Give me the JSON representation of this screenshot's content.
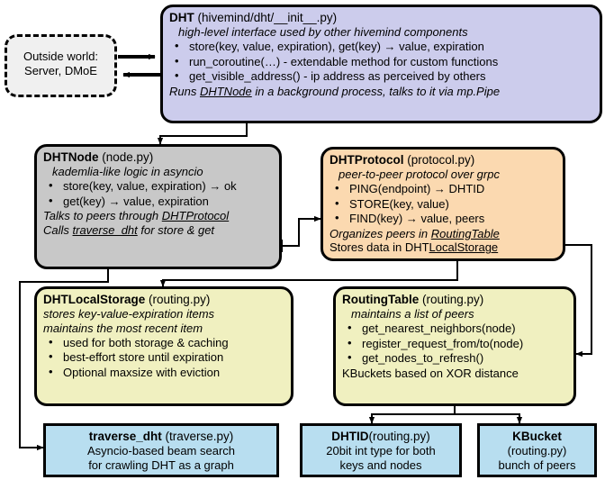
{
  "diagram": {
    "title": "hivemind DHT architecture",
    "colors": {
      "dht": "#ccccec",
      "dhtnode": "#c8c8c8",
      "dhtprotocol": "#fbd9b0",
      "storage_routing": "#f0f0c0",
      "leaf": "#b8def0",
      "outside": "#f0f0f0",
      "stroke": "#000000"
    }
  },
  "outside": {
    "line1": "Outside world:",
    "line2": "Server, DMoE"
  },
  "dht": {
    "name": "DHT",
    "path": "(hivemind/dht/__init__.py)",
    "subtitle": "high-level interface used by other hivemind components",
    "bullets": [
      "store(key, value, expiration), get(key) → value, expiration",
      "run_coroutine(…) - extendable method for custom functions",
      "get_visible_address() - ip address as perceived by others"
    ],
    "footer_pre": "Runs ",
    "footer_link": "DHTNode",
    "footer_post": " in a background process, talks to it via mp.Pipe"
  },
  "dhtnode": {
    "name": "DHTNode",
    "path": "(node.py)",
    "subtitle": "kademlia-like logic in asyncio",
    "bullets": [
      "store(key, value, expiration) → ok",
      "get(key) → value, expiration"
    ],
    "footer1_pre": "Talks to peers through ",
    "footer1_link": "DHTProtocol",
    "footer2_pre": "Calls ",
    "footer2_link": "traverse_dht",
    "footer2_post": " for store & get"
  },
  "dhtprotocol": {
    "name": "DHTProtocol",
    "path": "(protocol.py)",
    "subtitle": "peer-to-peer protocol over grpc",
    "bullets": [
      "PING(endpoint) → DHTID",
      "STORE(key, value)",
      "FIND(key) →  value, peers"
    ],
    "footer1_pre": "Organizes peers in ",
    "footer1_link": "RoutingTable",
    "footer2_pre": "Stores data in DHT",
    "footer2_link": "LocalStorage"
  },
  "dhtlocalstorage": {
    "name": "DHTLocalStorage",
    "path": "(routing.py)",
    "subtitle1": "stores key-value-expiration items",
    "subtitle2": "maintains the most recent item",
    "bullets": [
      "used for both storage & caching",
      "best-effort store until expiration",
      "Optional maxsize with eviction"
    ]
  },
  "routingtable": {
    "name": "RoutingTable",
    "path": "(routing.py)",
    "subtitle": "maintains a list of peers",
    "bullets": [
      "get_nearest_neighbors(node)",
      "register_request_from/to(node)",
      "get_nodes_to_refresh()"
    ],
    "footer": "KBuckets based on XOR distance"
  },
  "traverse_dht": {
    "name": "traverse_dht",
    "path": "(traverse.py)",
    "line2": "Asyncio-based beam search",
    "line3": "for crawling DHT as a graph"
  },
  "dhtid": {
    "name": "DHTID",
    "path": "(routing.py)",
    "line2": "20bit int type for both",
    "line3": "keys and nodes"
  },
  "kbucket": {
    "name": "KBucket",
    "path": "(routing.py)",
    "line2": "bunch of peers"
  }
}
